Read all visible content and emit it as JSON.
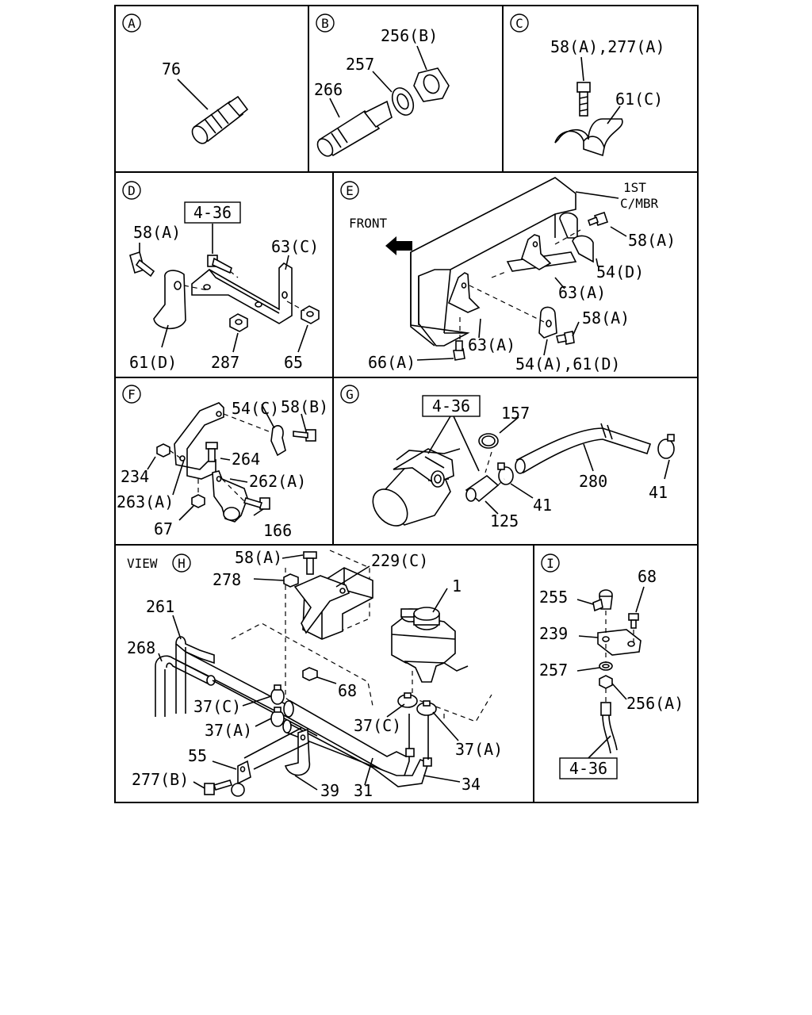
{
  "panels": {
    "A": {
      "letter": "A",
      "labels": [
        "76"
      ]
    },
    "B": {
      "letter": "B",
      "labels": [
        "256(B)",
        "257",
        "266"
      ]
    },
    "C": {
      "letter": "C",
      "labels": [
        "58(A),277(A)",
        "61(C)"
      ]
    },
    "D": {
      "letter": "D",
      "ref": "4-36",
      "labels": [
        "58(A)",
        "63(C)",
        "61(D)",
        "287",
        "65"
      ]
    },
    "E": {
      "letter": "E",
      "labels": [
        "1ST",
        "C/MBR",
        "FRONT",
        "58(A)",
        "54(D)",
        "63(A)",
        "63(A)",
        "58(A)",
        "66(A)",
        "54(A),61(D)"
      ]
    },
    "F": {
      "letter": "F",
      "labels": [
        "54(C)",
        "58(B)",
        "264",
        "234",
        "262(A)",
        "263(A)",
        "67",
        "166"
      ]
    },
    "G": {
      "letter": "G",
      "ref": "4-36",
      "labels": [
        "157",
        "280",
        "41",
        "41",
        "125"
      ]
    },
    "H": {
      "prefix": "VIEW",
      "letter": "H",
      "labels": [
        "58(A)",
        "229(C)",
        "278",
        "1",
        "261",
        "268",
        "68",
        "37(C)",
        "37(A)",
        "37(C)",
        "37(A)",
        "55",
        "277(B)",
        "39",
        "31",
        "34"
      ]
    },
    "I": {
      "letter": "I",
      "ref": "4-36",
      "labels": [
        "68",
        "255",
        "239",
        "257",
        "256(A)"
      ]
    }
  }
}
